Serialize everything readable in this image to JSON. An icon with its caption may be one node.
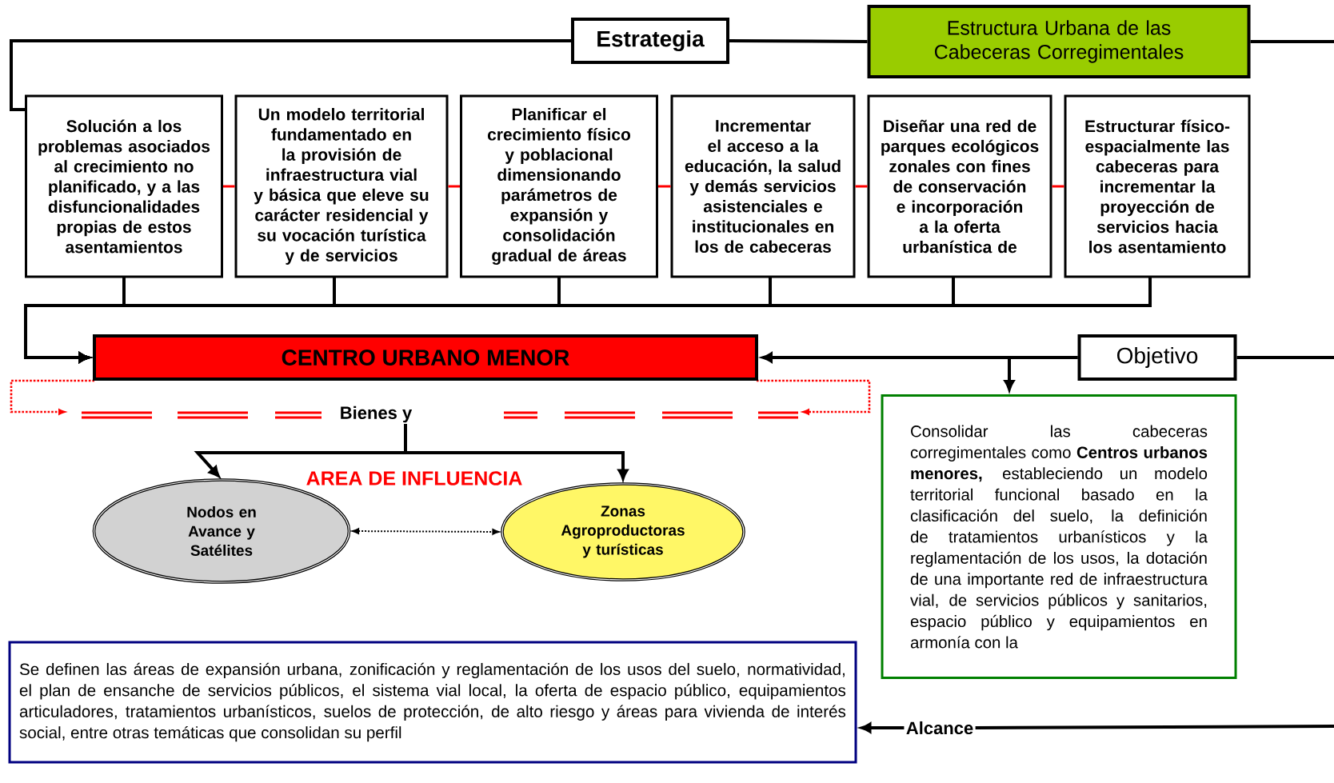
{
  "diagram": {
    "nodes": [
      {
        "text": [
          "Estrategia"
        ]
      },
      {
        "text": [
          "Estructura Urbana de las Cabeceras Corregimentales"
        ]
      },
      {
        "text": [
          "Solución a  los problemas asociados al crecimiento no planificado, y a las disfuncionalidades propias de estos asentamientos"
        ]
      },
      {
        "text": [
          "Un modelo territorial fundamentado en la provisión de infraestructura vial y básica que eleve  su carácter residencial y su vocación turística y de servicios"
        ]
      },
      {
        "text": [
          "Planificar el crecimiento físico y poblacional dimensionando parámetros de expansión y consolidación gradual de áreas"
        ]
      },
      {
        "text": [
          "Incrementar  el acceso a la educación, la salud y demás servicios asistenciales e institucionales en los de cabeceras"
        ]
      },
      {
        "text": [
          "Diseñar una red de parques ecológicos zonales con fines de  conservación e incorporación a la oferta urbanística de"
        ]
      },
      {
        "text": [
          "Estructurar físico- espacialmente las cabeceras para incrementar la proyección de servicios  hacia los asentamiento"
        ]
      },
      {
        "text": [
          "CENTRO URBANO MENOR"
        ]
      },
      {
        "text": [
          "Objetivo"
        ]
      },
      {
        "text": [
          "Consolidar las cabeceras corregimentales como **Centros urbanos menores,** estableciendo un modelo territorial funcional basado en la  clasificación del suelo, la definición de tratamientos urbanísticos y la reglamentación de los usos, la dotación de una importante red de infraestructura vial, de servicios públicos y sanitarios, espacio público y equipamientos en armonía con la"
        ]
      },
      {
        "text": [
          "Bienes y"
        ]
      },
      {
        "text": [
          "Nodos en Avance y Satélites"
        ]
      },
      {
        "text": [
          "Zonas Agroproductoras y turísticas"
        ]
      },
      {
        "text": [
          "Se definen las áreas de expansión urbana, zonificación y reglamentación de los usos del suelo, normatividad, el plan de ensanche de servicios públicos, el sistema vial local, la oferta de espacio público, equipamientos articuladores, tratamientos urbanísticos,  suelos de protección, de alto riesgo  y áreas para vivienda de interés social,  entre otras temáticas que consolidan su perfil"
        ]
      },
      {
        "text": [
          "Alcance"
        ]
      }
    ],
    "edges": [
      {
        "from": 0,
        "to": 2,
        "arrow": "none"
      },
      {
        "from": 0,
        "to": 1,
        "arrow": "none"
      },
      {
        "from": 2,
        "to": 3,
        "arrow": "none",
        "color": "#ff0000"
      },
      {
        "from": 3,
        "to": 4,
        "arrow": "none",
        "color": "#ff0000"
      },
      {
        "from": 4,
        "to": 5,
        "arrow": "none",
        "color": "#ff0000"
      },
      {
        "from": 5,
        "to": 6,
        "arrow": "none",
        "color": "#ff0000"
      },
      {
        "from": 6,
        "to": 7,
        "arrow": "none",
        "color": "#ff0000"
      },
      {
        "from": 2,
        "to": 8,
        "arrow": "to"
      },
      {
        "from": 3,
        "to": 8,
        "arrow": "to"
      },
      {
        "from": 4,
        "to": 8,
        "arrow": "to"
      },
      {
        "from": 5,
        "to": 8,
        "arrow": "to"
      },
      {
        "from": 6,
        "to": 8,
        "arrow": "to"
      },
      {
        "from": 7,
        "to": 8,
        "arrow": "to"
      },
      {
        "from": 9,
        "to": 8,
        "arrow": "to"
      },
      {
        "from": 9,
        "to": 10,
        "arrow": "to"
      },
      {
        "from": 11,
        "to": 12,
        "arrow": "to"
      },
      {
        "from": 11,
        "to": 13,
        "arrow": "to"
      },
      {
        "from": 12,
        "to": 13,
        "arrow": "both",
        "style": "dashed"
      },
      {
        "from": 15,
        "to": 14,
        "arrow": "to"
      },
      {
        "from": 1,
        "to": null,
        "arrow": "none"
      },
      {
        "from": 9,
        "to": null,
        "arrow": "none"
      },
      {
        "from": 15,
        "to": null,
        "arrow": "none"
      }
    ],
    "labels": [
      "AREA DE INFLUENCIA"
    ]
  }
}
